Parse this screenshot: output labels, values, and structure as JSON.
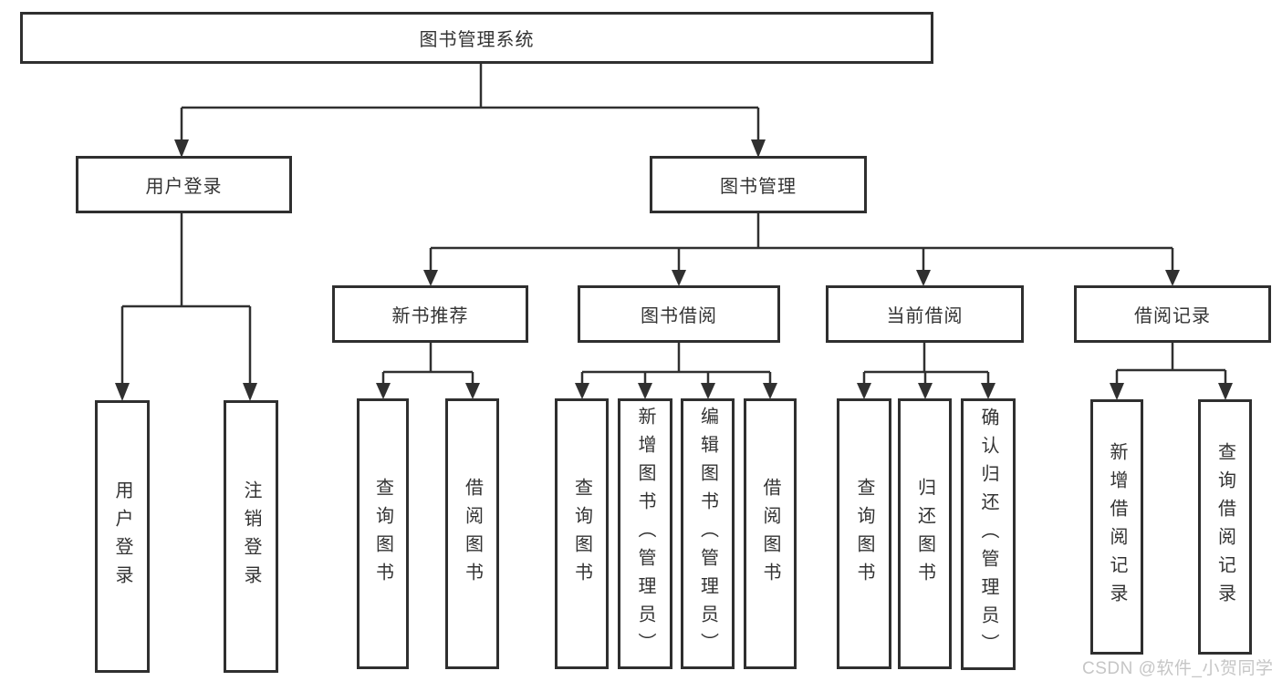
{
  "diagram": {
    "root": {
      "label": "图书管理系统"
    },
    "level1": [
      {
        "label": "用户登录"
      },
      {
        "label": "图书管理"
      }
    ],
    "level2": [
      {
        "label": "新书推荐",
        "parent": "图书管理"
      },
      {
        "label": "图书借阅",
        "parent": "图书管理"
      },
      {
        "label": "当前借阅",
        "parent": "图书管理"
      },
      {
        "label": "借阅记录",
        "parent": "图书管理"
      }
    ],
    "leaves": [
      {
        "label": "用户登录",
        "parent": "用户登录"
      },
      {
        "label": "注销登录",
        "parent": "用户登录"
      },
      {
        "label": "查询图书",
        "parent": "新书推荐"
      },
      {
        "label": "借阅图书",
        "parent": "新书推荐"
      },
      {
        "label": "查询图书",
        "parent": "图书借阅"
      },
      {
        "label": "新增图书（管理员）",
        "parent": "图书借阅"
      },
      {
        "label": "编辑图书（管理员）",
        "parent": "图书借阅"
      },
      {
        "label": "借阅图书",
        "parent": "图书借阅"
      },
      {
        "label": "查询图书",
        "parent": "当前借阅"
      },
      {
        "label": "归还图书",
        "parent": "当前借阅"
      },
      {
        "label": "确认归还（管理员）",
        "parent": "当前借阅"
      },
      {
        "label": "新增借阅记录",
        "parent": "借阅记录"
      },
      {
        "label": "查询借阅记录",
        "parent": "借阅记录"
      }
    ],
    "watermark": "CSDN @软件_小贺同学",
    "colors": {
      "line": "#303030",
      "box_border": "#2f2f2f",
      "text": "#333333",
      "watermark": "#c6c6c6",
      "background": "#ffffff"
    }
  }
}
